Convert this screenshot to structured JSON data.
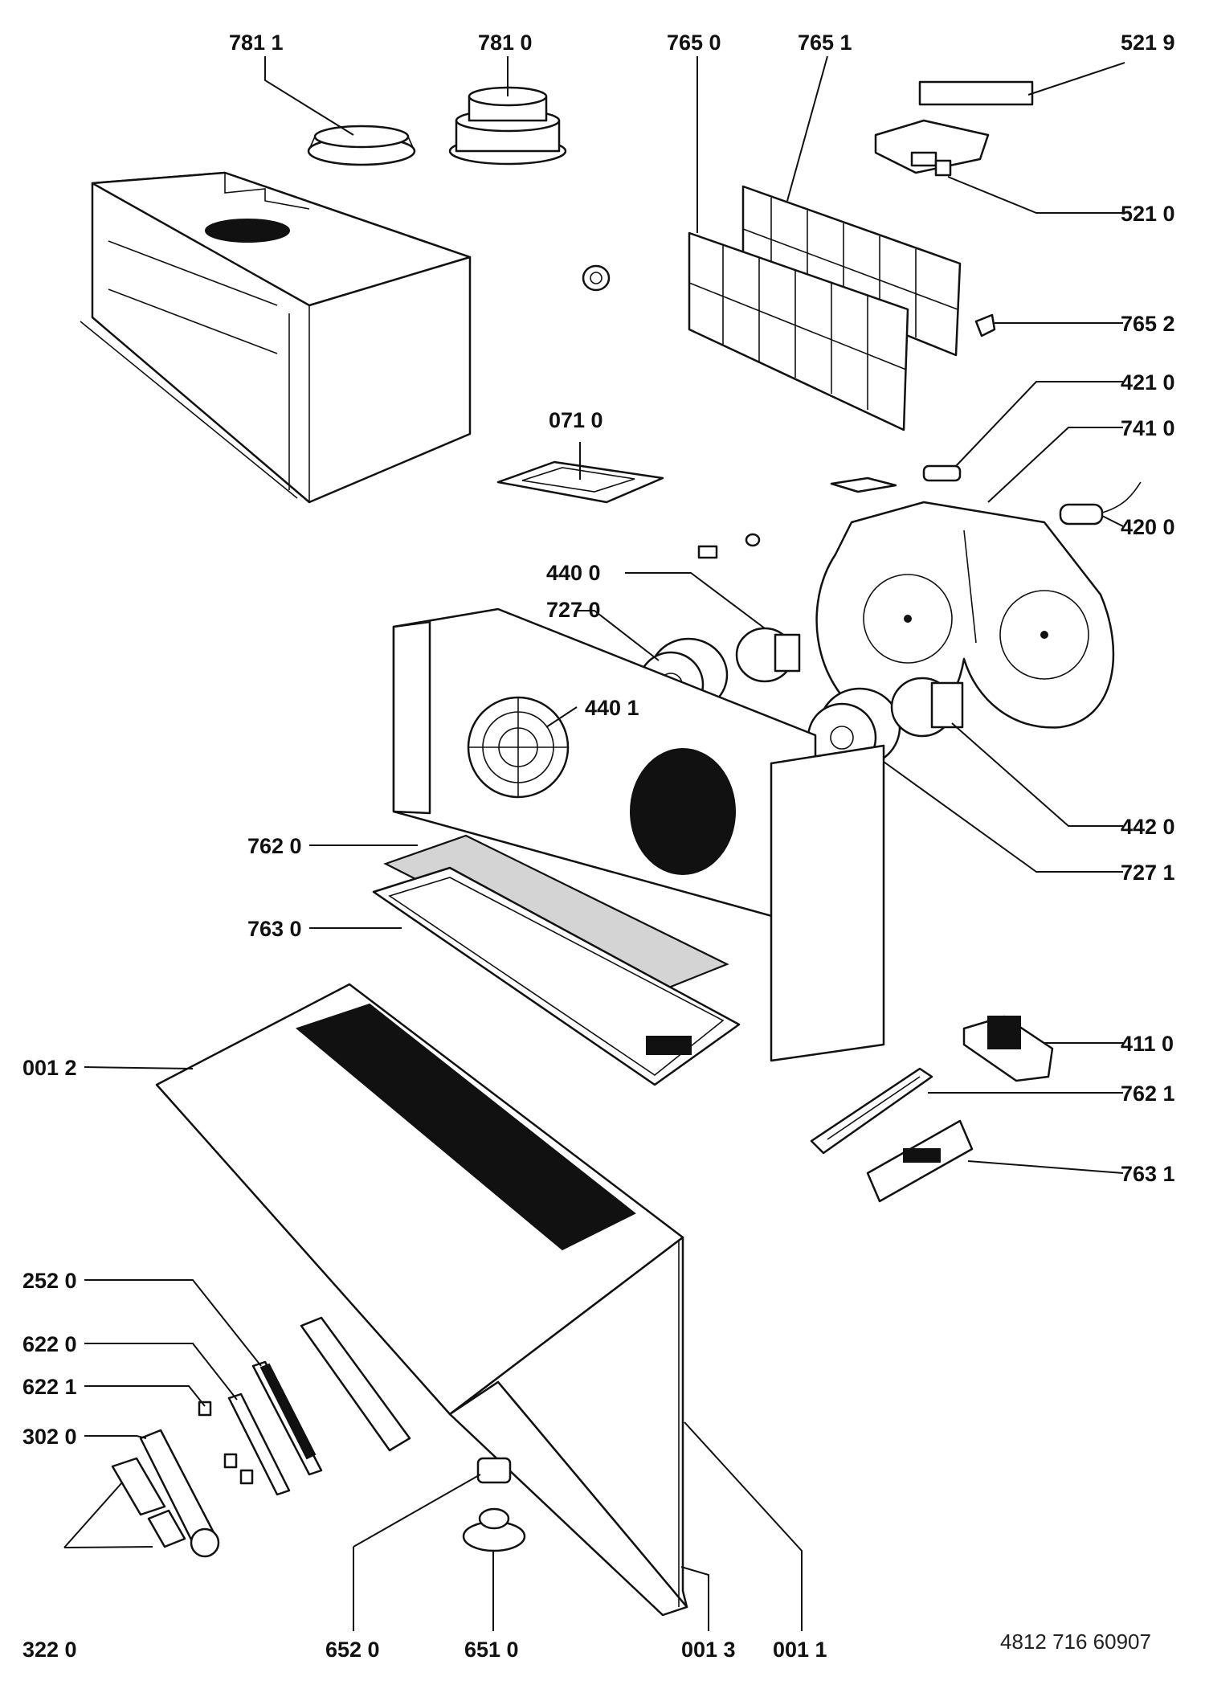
{
  "parts": {
    "p7811": "781 1",
    "p7810": "781 0",
    "p7650": "765 0",
    "p7651": "765 1",
    "p5219": "521 9",
    "p5210": "521 0",
    "p7652": "765 2",
    "p4210": "421 0",
    "p0710": "071 0",
    "p7410": "741 0",
    "p4200": "420 0",
    "p4400": "440 0",
    "p7270": "727 0",
    "p4401": "440 1",
    "p4420": "442 0",
    "p7620": "762 0",
    "p7271": "727 1",
    "p7630": "763 0",
    "p4110": "411 0",
    "p0012": "001 2",
    "p7621": "762 1",
    "p7631": "763 1",
    "p2520": "252 0",
    "p6220": "622 0",
    "p6221": "622 1",
    "p3020": "302 0",
    "p3220": "322 0",
    "p6520": "652 0",
    "p6510": "651 0",
    "p0013": "001 3",
    "p0011": "001 1"
  },
  "document_number": "4812 716 60907"
}
